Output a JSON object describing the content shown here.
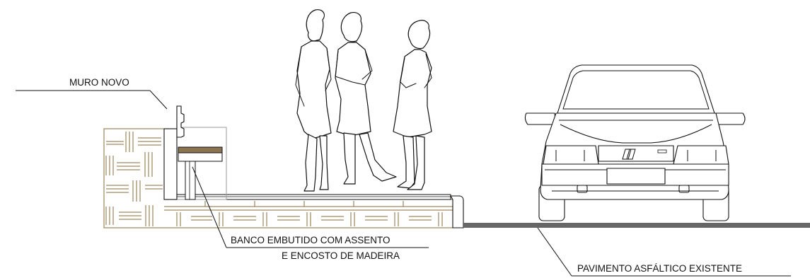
{
  "labels": {
    "muro_novo": "MURO NOVO",
    "banco_line1": "BANCO EMBUTIDO COM ASSENTO",
    "banco_line2": "E ENCOSTO DE MADEIRA",
    "pavimento": "PAVIMENTO ASFÁLTICO EXISTENTE"
  },
  "colors": {
    "line": "#111111",
    "brick": "#8a6d3b",
    "wood": "#8b7350",
    "asphalt": "#666666",
    "bench_outline": "#9a9a9a"
  }
}
